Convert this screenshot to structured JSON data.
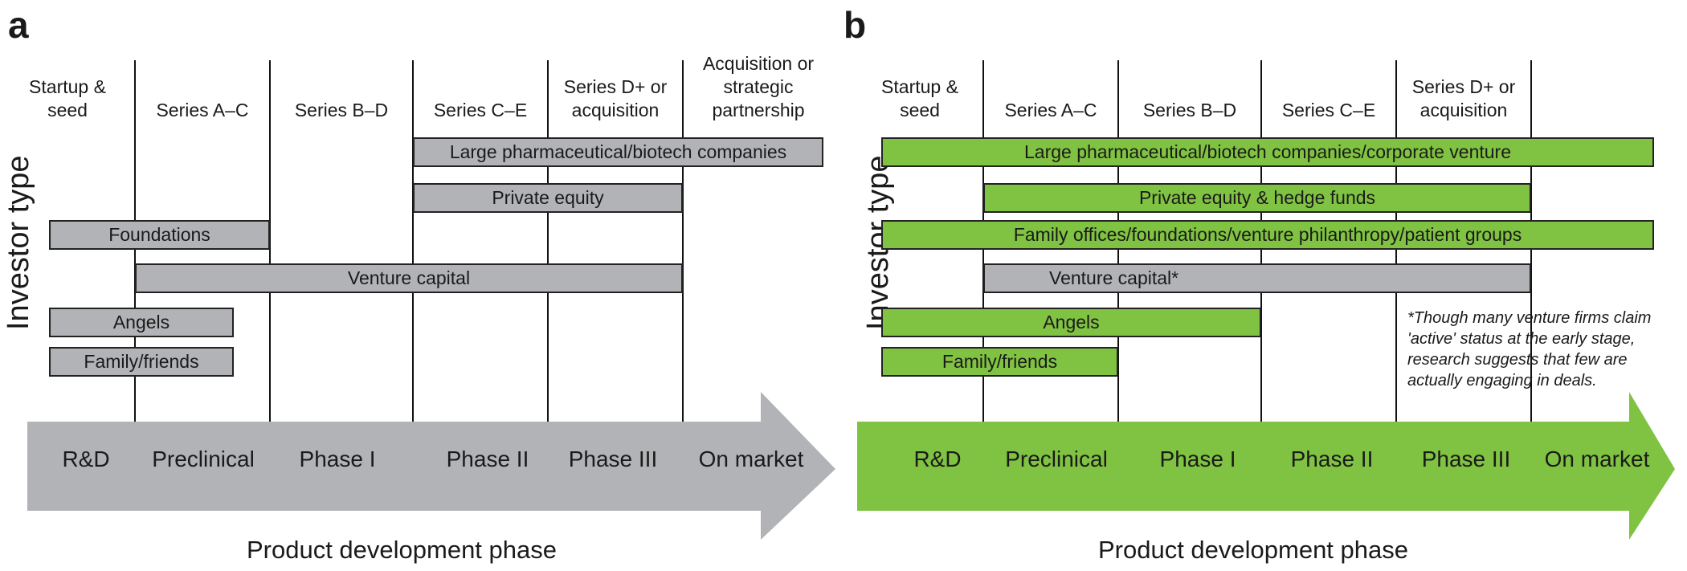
{
  "panel_a": {
    "letter": "a",
    "y_label": "Investor type",
    "x_label": "Product development phase",
    "stages": [
      "Startup &\nseed",
      "Series A–C",
      "Series B–D",
      "Series C–E",
      "Series D+ or\nacquisition",
      "Acquisition or\nstrategic\npartnership"
    ],
    "phases": [
      "R&D",
      "Preclinical",
      "Phase I",
      "Phase II",
      "Phase III",
      "On market"
    ],
    "bars": [
      {
        "label": "Large pharmaceutical/biotech companies"
      },
      {
        "label": "Private equity"
      },
      {
        "label": "Foundations"
      },
      {
        "label": "Venture capital"
      },
      {
        "label": "Angels"
      },
      {
        "label": "Family/friends"
      }
    ],
    "colors": {
      "bar": "#b1b3b6",
      "arrow": "#b1b3b6"
    }
  },
  "panel_b": {
    "letter": "b",
    "y_label": "Investor type",
    "x_label": "Product development phase",
    "stages": [
      "Startup &\nseed",
      "Series A–C",
      "Series B–D",
      "Series C–E",
      "Series D+ or\nacquisition"
    ],
    "phases": [
      "R&D",
      "Preclinical",
      "Phase I",
      "Phase II",
      "Phase III",
      "On market"
    ],
    "bars": [
      {
        "label": "Large pharmaceutical/biotech companies/corporate venture"
      },
      {
        "label": "Private equity & hedge funds"
      },
      {
        "label": "Family offices/foundations/venture philanthropy/patient groups"
      },
      {
        "label": "Venture capital*"
      },
      {
        "label": "Angels"
      },
      {
        "label": "Family/friends"
      }
    ],
    "footnote": "*Though many venture firms claim\n'active' status at the early stage,\nresearch suggests that few are\nactually engaging in deals.",
    "colors": {
      "bar": "#80c241",
      "venture_bar": "#b1b3b6",
      "arrow": "#80c241"
    }
  }
}
